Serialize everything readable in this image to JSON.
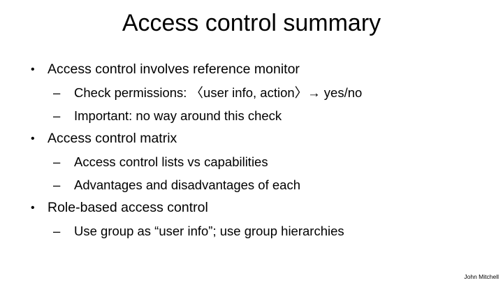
{
  "slide": {
    "title": "Access control summary",
    "bullet_glyph": "•",
    "dash_glyph": "–",
    "items": [
      {
        "level": 1,
        "text": "Access control involves reference monitor"
      },
      {
        "level": 2,
        "text": "Check permissions: 〈user info, action〉→ yes/no"
      },
      {
        "level": 2,
        "text": "Important: no way around this check"
      },
      {
        "level": 1,
        "text": "Access control matrix"
      },
      {
        "level": 2,
        "text": "Access control lists vs capabilities"
      },
      {
        "level": 2,
        "text": "Advantages and disadvantages of each"
      },
      {
        "level": 1,
        "text": "Role-based access control"
      },
      {
        "level": 2,
        "text": "Use group as “user info”;  use group hierarchies"
      }
    ],
    "credit": "John Mitchell"
  }
}
